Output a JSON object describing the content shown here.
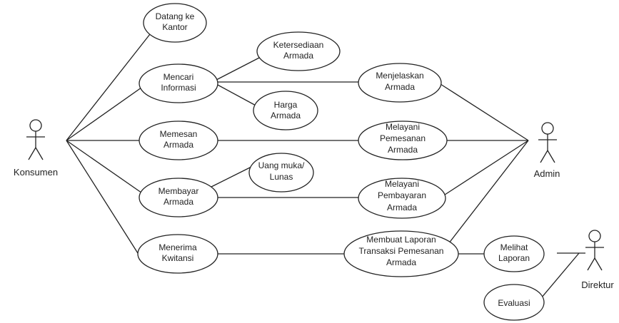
{
  "actors": {
    "konsumen": "Konsumen",
    "admin": "Admin",
    "direktur": "Direktur"
  },
  "use_cases": {
    "datang_ke_kantor": [
      "Datang ke",
      "Kantor"
    ],
    "mencari_informasi": [
      "Mencari",
      "Informasi"
    ],
    "ketersediaan_armada": [
      "Ketersediaan",
      "Armada"
    ],
    "harga_armada": [
      "Harga",
      "Armada"
    ],
    "menjelaskan_armada": [
      "Menjelaskan",
      "Armada"
    ],
    "memesan_armada": [
      "Memesan",
      "Armada"
    ],
    "melayani_pemesanan_armada": [
      "Melayani",
      "Pemesanan",
      "Armada"
    ],
    "uang_muka_lunas": [
      "Uang muka/",
      "Lunas"
    ],
    "membayar_armada": [
      "Membayar",
      "Armada"
    ],
    "melayani_pembayaran_armada": [
      "Melayani",
      "Pembayaran",
      "Armada"
    ],
    "menerima_kwitansi": [
      "Menerima",
      "Kwitansi"
    ],
    "membuat_laporan": [
      "Membuat Laporan",
      "Transaksi Pemesanan",
      "Armada"
    ],
    "melihat_laporan": [
      "Melihat",
      "Laporan"
    ],
    "evaluasi": [
      "Evaluasi"
    ]
  }
}
